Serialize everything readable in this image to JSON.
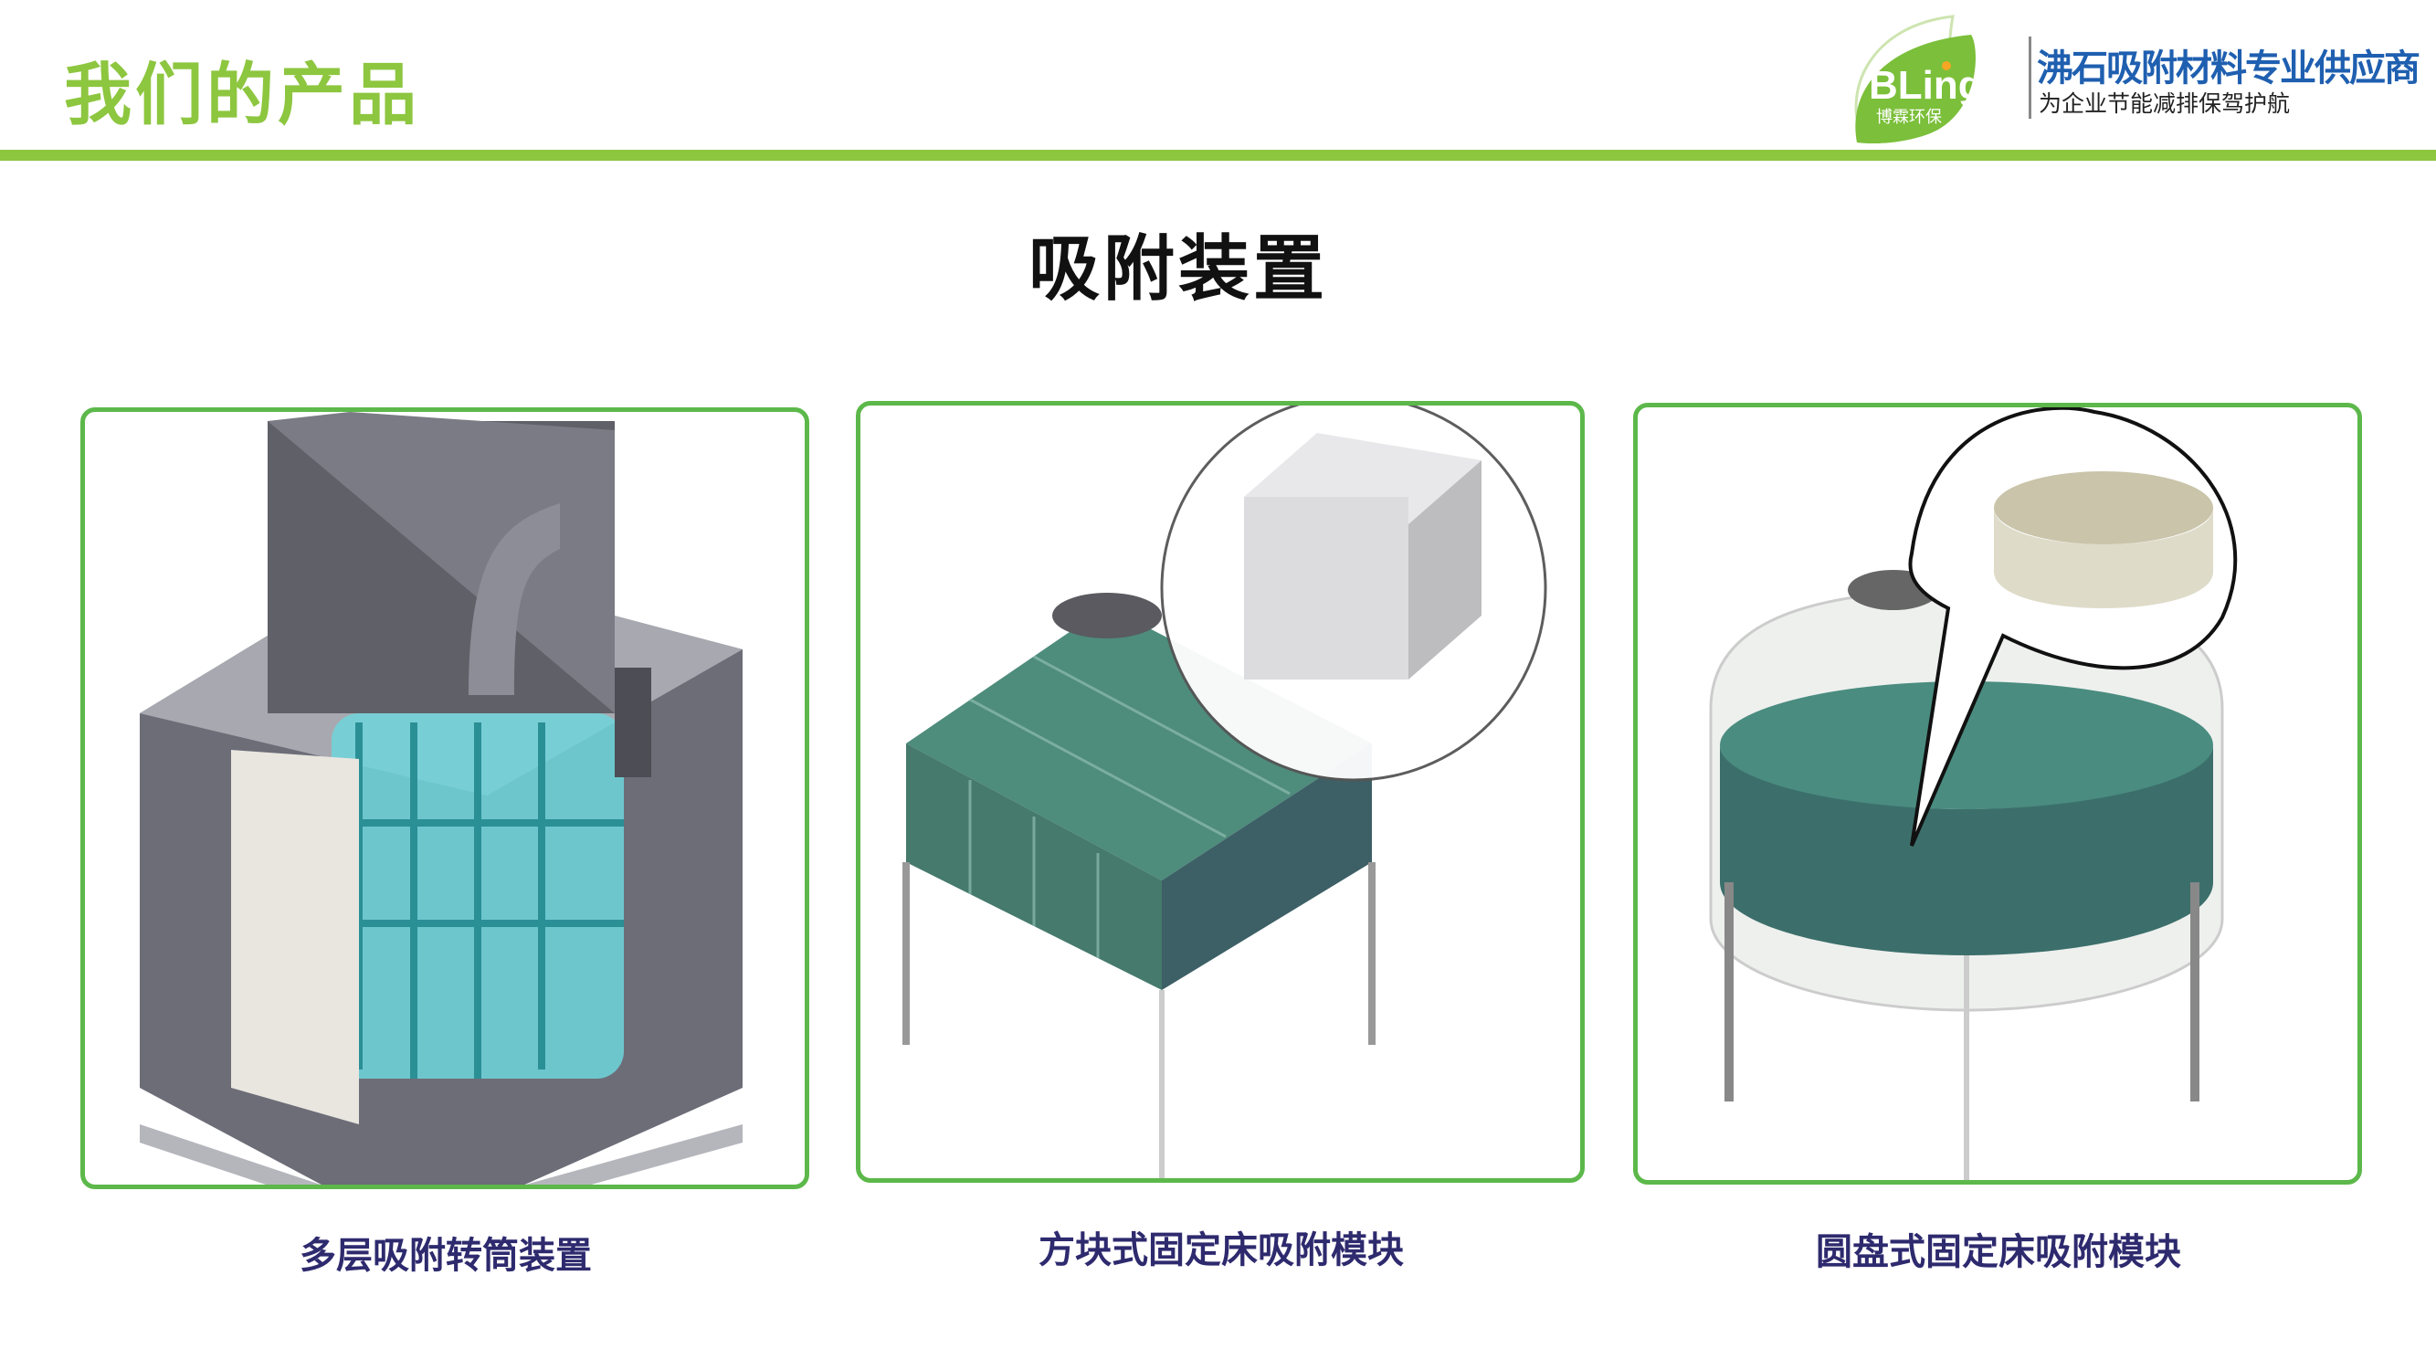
{
  "header": {
    "title": "我们的产品",
    "logo": {
      "brand": "BLing",
      "brand_cn": "博霖环保"
    },
    "slogan_main": "沸石吸附材料专业供应商",
    "slogan_sub": "为企业节能减排保驾护航"
  },
  "section_title": "吸附装置",
  "products": [
    {
      "caption": "多层吸附转筒装置",
      "image": "multi-layer-rotary-drum-illustration"
    },
    {
      "caption": "方块式固定床吸附模块",
      "image": "block-fixed-bed-module-illustration"
    },
    {
      "caption": "圆盘式固定床吸附模块",
      "image": "disc-fixed-bed-module-illustration"
    }
  ],
  "colors": {
    "accent_green": "#8dc63f",
    "panel_border": "#5cb84a",
    "caption": "#2e2a6e",
    "slogan_blue": "#1f5fb0"
  }
}
